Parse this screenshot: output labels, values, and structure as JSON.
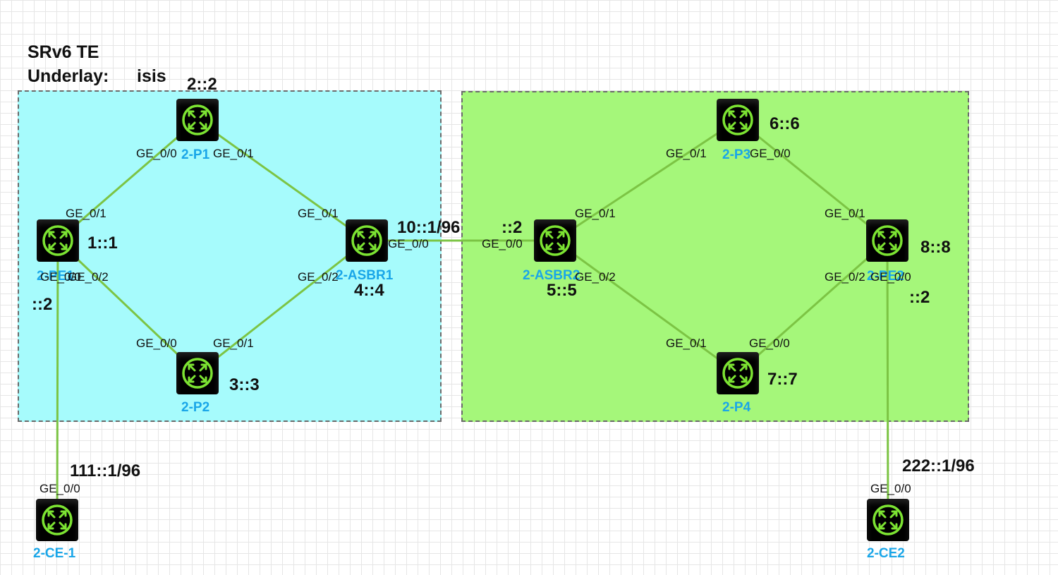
{
  "title": {
    "line1": "SRv6 TE",
    "line2_label": "Underlay:",
    "line2_value": "isis"
  },
  "colors": {
    "zone_1": "#a6fbfc",
    "zone_2": "#a5f77a",
    "link": "#7cc444",
    "node_name": "#1aa6e8",
    "router_icon": "#7ce332"
  },
  "icons": {
    "router": "router-icon"
  },
  "nodes": {
    "p1": {
      "name": "2-P1",
      "loopback": "2::2"
    },
    "pe1": {
      "name": "2-PE1",
      "loopback": "1::1",
      "ce_side_addr": "::2"
    },
    "asbr1": {
      "name": "2-ASBR1",
      "loopback": "4::4",
      "link_addr": "10::1/96"
    },
    "p2": {
      "name": "2-P2",
      "loopback": "3::3"
    },
    "asbr2": {
      "name": "2-ASBR2",
      "loopback": "5::5",
      "link_addr": "::2"
    },
    "p3": {
      "name": "2-P3",
      "loopback": "6::6"
    },
    "pe2": {
      "name": "2-PE2",
      "loopback": "8::8",
      "ce_side_addr": "::2"
    },
    "p4": {
      "name": "2-P4",
      "loopback": "7::7"
    },
    "ce1": {
      "name": "2-CE-1",
      "link_addr": "111::1/96"
    },
    "ce2": {
      "name": "2-CE2",
      "link_addr": "222::1/96"
    }
  },
  "interfaces": {
    "p1_ge00": "GE_0/0",
    "p1_ge01": "GE_0/1",
    "pe1_ge01": "GE_0/1",
    "pe1_ge00": "GE_0/0",
    "pe1_ge02": "GE_0/2",
    "asbr1_ge01": "GE_0/1",
    "asbr1_ge00": "GE_0/0",
    "asbr1_ge02": "GE_0/2",
    "p2_ge00": "GE_0/0",
    "p2_ge01": "GE_0/1",
    "asbr2_ge00": "GE_0/0",
    "asbr2_ge01": "GE_0/1",
    "asbr2_ge02": "GE_0/2",
    "p3_ge01": "GE_0/1",
    "p3_ge00": "GE_0/0",
    "pe2_ge01": "GE_0/1",
    "pe2_ge02": "GE_0/2",
    "pe2_ge00": "GE_0/0",
    "p4_ge01": "GE_0/1",
    "p4_ge00": "GE_0/0",
    "ce1_ge00": "GE_0/0",
    "ce2_ge00": "GE_0/0"
  }
}
